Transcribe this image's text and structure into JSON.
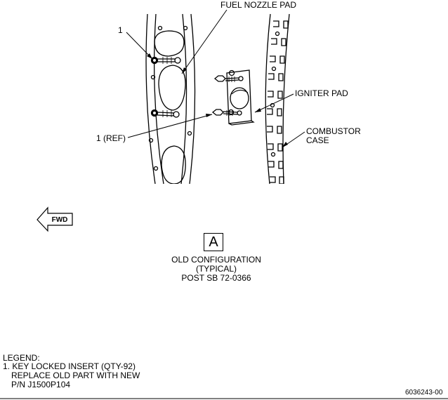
{
  "callouts": {
    "fuel_nozzle_pad": "FUEL NOZZLE PAD",
    "item_1": "1",
    "item_1_ref": "1 (REF)",
    "igniter_pad": "IGNITER PAD",
    "combustor_case_line1": "COMBUSTOR",
    "combustor_case_line2": "CASE"
  },
  "forward_arrow": {
    "label": "FWD"
  },
  "view": {
    "letter": "A",
    "line1": "OLD CONFIGURATION",
    "line2": "(TYPICAL)",
    "line3": "POST SB 72-0366"
  },
  "legend": {
    "title": "LEGEND:",
    "line1": "1. KEY LOCKED INSERT (QTY-92)",
    "line2": "REPLACE OLD PART WITH NEW",
    "line3": "P/N J1500P104"
  },
  "figure_id": "6036243-00"
}
